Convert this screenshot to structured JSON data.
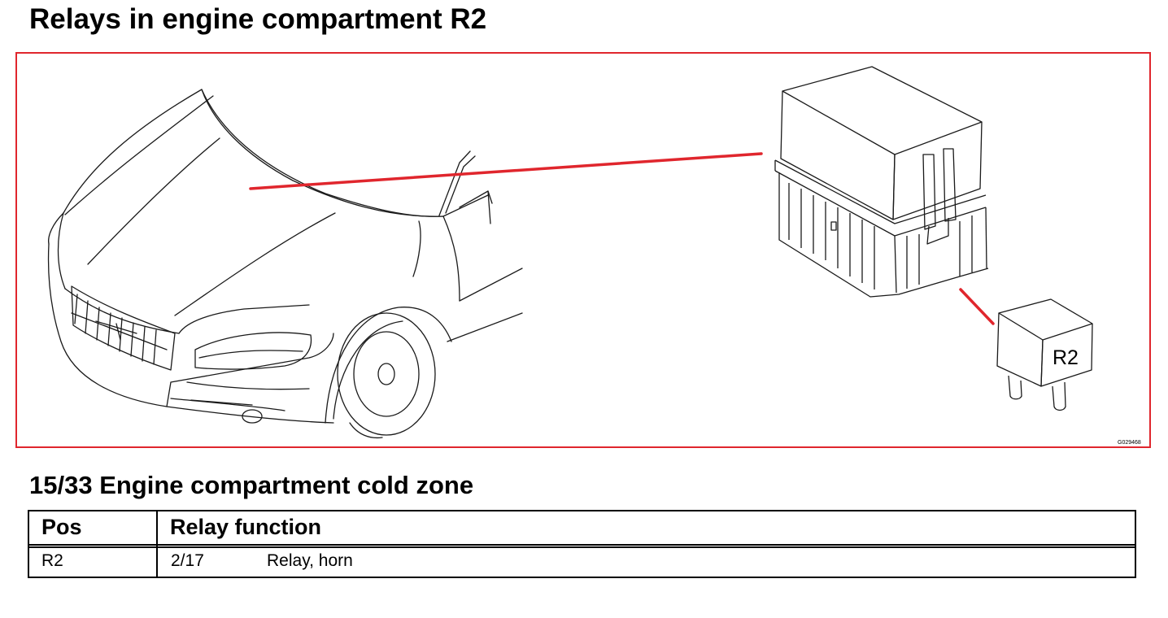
{
  "page": {
    "title": "Relays in engine compartment R2"
  },
  "figure": {
    "image_code": "G029468",
    "relay_label": "R2",
    "callout_color": "#e0262d",
    "frame_color": "#e0262d"
  },
  "section": {
    "title": "15/33 Engine compartment cold zone"
  },
  "table": {
    "headers": {
      "pos": "Pos",
      "function": "Relay function"
    },
    "rows": [
      {
        "pos": "R2",
        "code": "2/17",
        "description": "Relay, horn"
      }
    ]
  }
}
